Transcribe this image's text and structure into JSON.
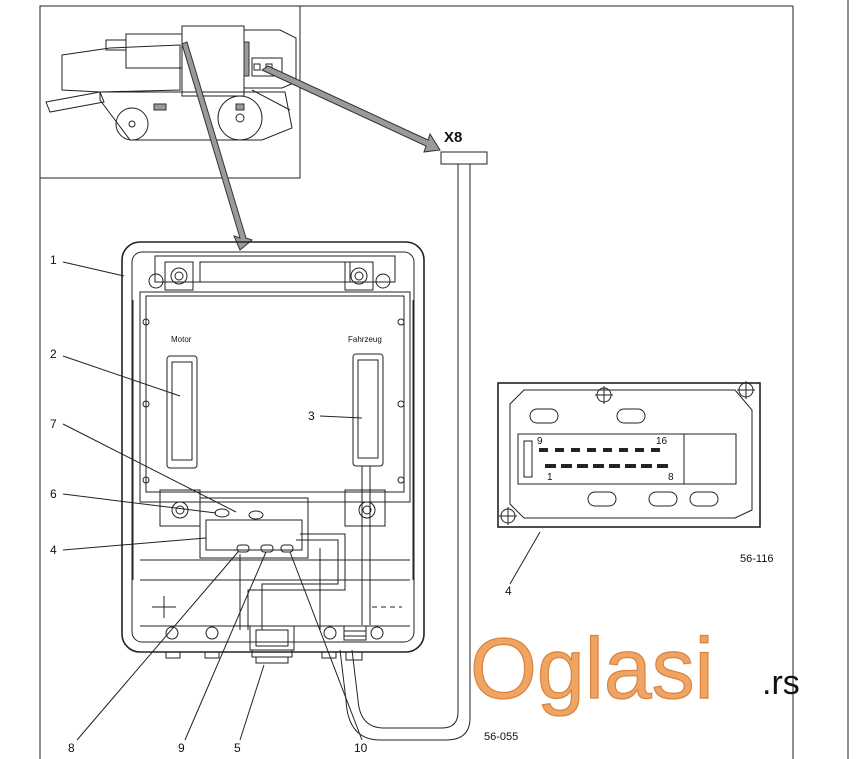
{
  "labels": {
    "connector": "X8",
    "motor": "Motor",
    "fahrzeug": "Fahrzeug",
    "pin_9": "9",
    "pin_16": "16",
    "pin_1": "1",
    "pin_8": "8",
    "code_detail": "56-116",
    "code_main": "56-055"
  },
  "callouts": {
    "c1": "1",
    "c2": "2",
    "c3": "3",
    "c4": "4",
    "c4_detail": "4",
    "c5": "5",
    "c6": "6",
    "c7": "7",
    "c8": "8",
    "c9": "9",
    "c10": "10"
  },
  "watermark": {
    "brand": "Oglasi",
    "suffix": ".rs"
  },
  "colors": {
    "line": "#222222",
    "arrow_fill": "#9a9a9a",
    "watermark": "#f0a463"
  }
}
